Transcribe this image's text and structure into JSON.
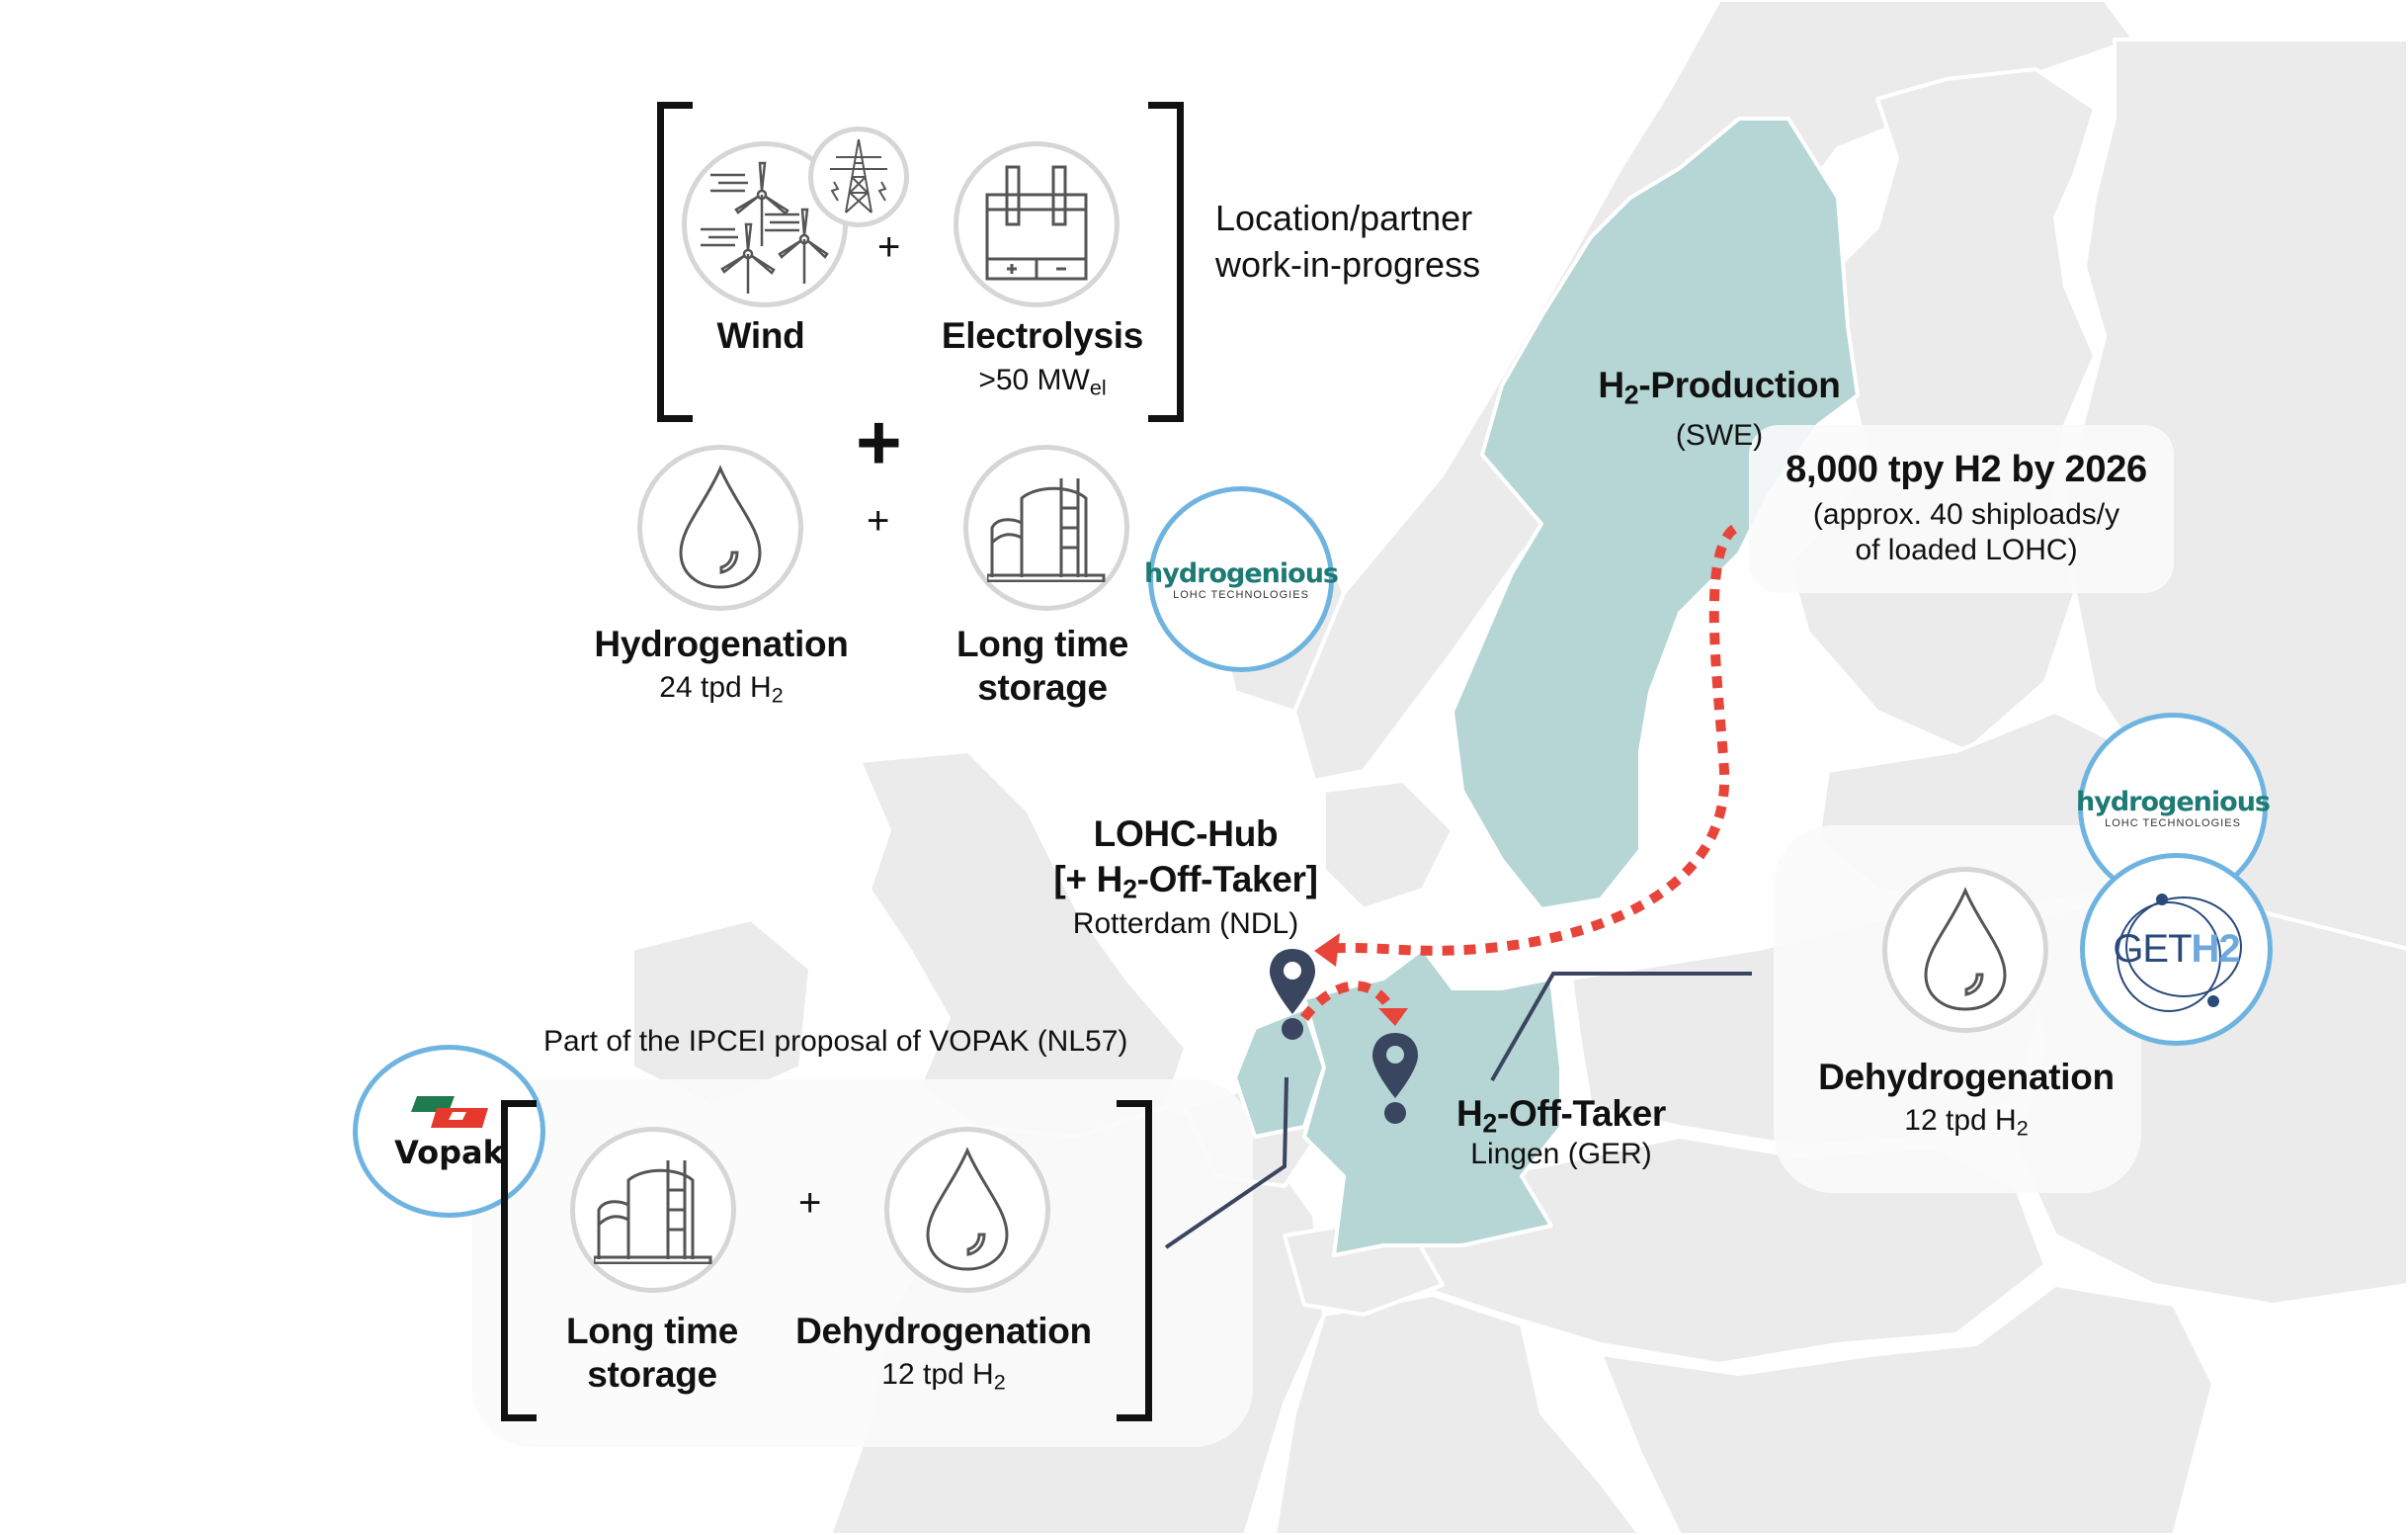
{
  "colors": {
    "map_grey": "#ebebeb",
    "map_teal": "#b5d6d5",
    "route_red": "#e8453a",
    "pin_navy": "#3a4560",
    "logo_ring_blue": "#6fb4e0",
    "icon_ring_grey": "#d6d6d6",
    "hydrogenious_teal": "#1d7a74",
    "vopak_green": "#1f7a4e",
    "vopak_red": "#e5392e"
  },
  "production_group": {
    "wind": {
      "label": "Wind",
      "icon": "wind-turbines-and-power-pylon-icon"
    },
    "electrolysis": {
      "label": "Electrolysis",
      "capacity_prefix": ">50 MW",
      "capacity_subscript": "el",
      "icon": "electrolyser-icon"
    },
    "note_line1": "Location/partner",
    "note_line2": "work-in-progress",
    "hydrogenation": {
      "label": "Hydrogenation",
      "capacity_prefix": "24 tpd H",
      "capacity_subscript": "2",
      "icon": "droplet-icon"
    },
    "storage": {
      "label_line1": "Long time",
      "label_line2": "storage",
      "icon": "storage-tank-icon"
    },
    "partner_logo": {
      "name": "hydrogenious",
      "tagline": "LOHC TECHNOLOGIES"
    },
    "plus_small": "+",
    "plus_large": "+"
  },
  "sweden": {
    "title_h": "H",
    "title_sub": "2",
    "title_rest": "-Production",
    "country": "(SWE)"
  },
  "shipping": {
    "headline": "8,000 tpy H2 by 2026",
    "detail_line1": "(approx. 40 shiploads/y",
    "detail_line2": "of loaded LOHC)"
  },
  "hub": {
    "title": "LOHC-Hub",
    "subtitle_prefix": "[+ H",
    "subtitle_sub": "2",
    "subtitle_rest": "-Off-Taker]",
    "location": "Rotterdam (NDL)"
  },
  "offtaker": {
    "title_h": "H",
    "title_sub": "2",
    "title_rest": "-Off-Taker",
    "location": "Lingen (GER)"
  },
  "vopak_group": {
    "caption": "Part of the IPCEI proposal of VOPAK (NL57)",
    "logo_name": "Vopak",
    "storage": {
      "label_line1": "Long time",
      "label_line2": "storage",
      "icon": "storage-tank-icon"
    },
    "dehydrogenation": {
      "label": "Dehydrogenation",
      "capacity_prefix": "12 tpd H",
      "capacity_subscript": "2",
      "icon": "droplet-icon"
    },
    "plus": "+"
  },
  "lingen_group": {
    "dehydrogenation": {
      "label": "Dehydrogenation",
      "capacity_prefix": "12 tpd H",
      "capacity_subscript": "2",
      "icon": "droplet-icon"
    },
    "partner_logo_1": {
      "name": "hydrogenious",
      "tagline": "LOHC TECHNOLOGIES"
    },
    "partner_logo_2": {
      "name_left": "GET",
      "name_right": "H2"
    }
  }
}
